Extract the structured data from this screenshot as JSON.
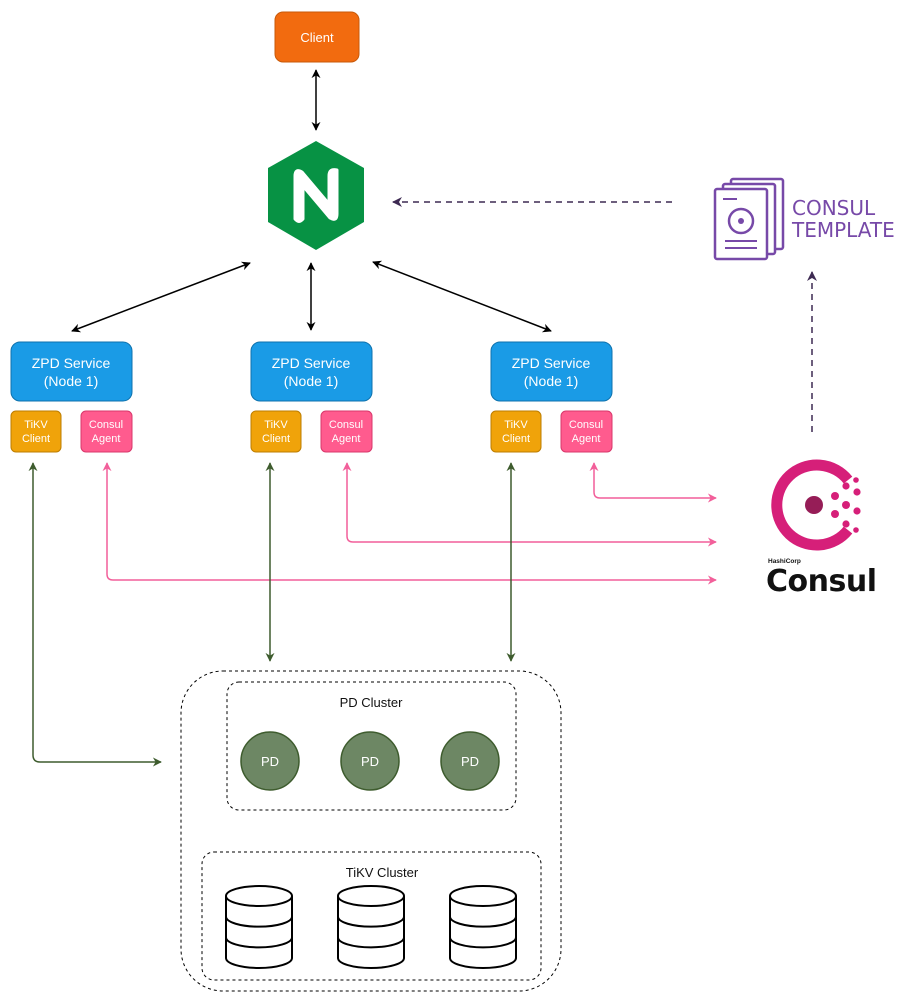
{
  "client": {
    "label": "Client"
  },
  "nginx": {
    "logo_letter": "N",
    "icon": "nginx-logo"
  },
  "services": [
    {
      "line1": "ZPD Service",
      "line2": "(Node 1)",
      "tikv_line1": "TiKV",
      "tikv_line2": "Client",
      "consul_line1": "Consul",
      "consul_line2": "Agent"
    },
    {
      "line1": "ZPD Service",
      "line2": "(Node 1)",
      "tikv_line1": "TiKV",
      "tikv_line2": "Client",
      "consul_line1": "Consul",
      "consul_line2": "Agent"
    },
    {
      "line1": "ZPD Service",
      "line2": "(Node 1)",
      "tikv_line1": "TiKV",
      "tikv_line2": "Client",
      "consul_line1": "Consul",
      "consul_line2": "Agent"
    }
  ],
  "consul_template": {
    "line1": "CONSUL",
    "line2": "TEMPLATE",
    "icon": "consul-template-document-icon"
  },
  "consul": {
    "vendor": "HashiCorp",
    "name": "Consul",
    "icon": "consul-logo"
  },
  "pd_cluster": {
    "title": "PD Cluster",
    "nodes": [
      "PD",
      "PD",
      "PD"
    ]
  },
  "tikv_cluster": {
    "title": "TiKV Cluster",
    "stores": 3,
    "icon": "database-cylinder-icon"
  },
  "colors": {
    "client": "#f26b0f",
    "nginx": "#079244",
    "service": "#1a9be6",
    "tikv_client": "#f0a30a",
    "consul_agent": "#ff5b8e",
    "pd_node": "#6d8764",
    "green_arrow": "#3e5c2e",
    "pink_arrow": "#f25f9a",
    "purple": "#7749a8",
    "consul_magenta": "#d61f79",
    "dark_arrow": "#000000"
  }
}
